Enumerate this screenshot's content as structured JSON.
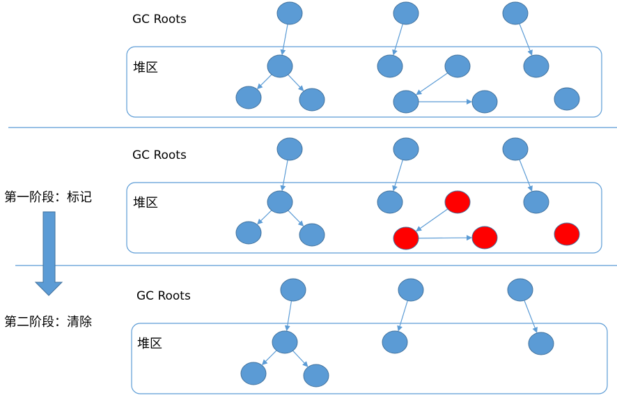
{
  "colors": {
    "live": "#5b9bd5",
    "garbage": "#ff0000",
    "line": "#5b9bd5",
    "arrow": "#5b9bd5"
  },
  "stages": {
    "mark_label": "第一阶段：标记",
    "sweep_label": "第二阶段：清除"
  },
  "panels": [
    {
      "gc_label": "GC Roots",
      "heap_label": "堆区"
    },
    {
      "gc_label": "GC Roots",
      "heap_label": "堆区"
    },
    {
      "gc_label": "GC Roots",
      "heap_label": "堆区"
    }
  ]
}
